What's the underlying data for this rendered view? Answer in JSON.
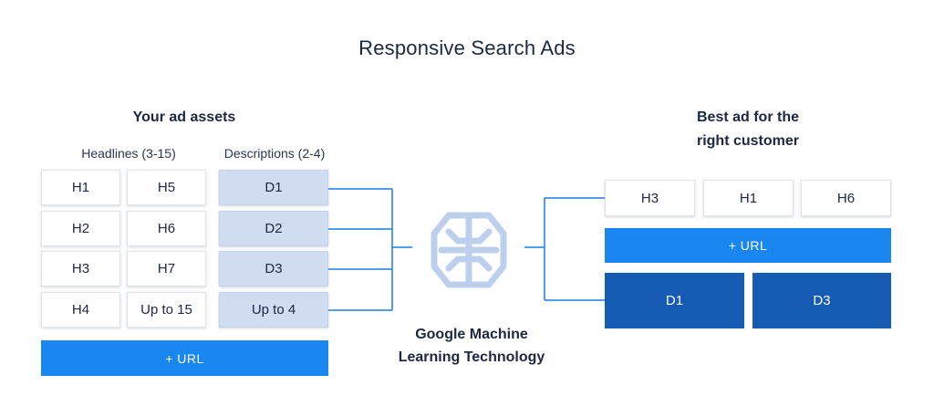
{
  "title": "Responsive Search Ads",
  "left": {
    "heading": "Your ad assets",
    "headlines_label": "Headlines (3-15)",
    "descriptions_label": "Descriptions (2-4)",
    "headlines_col1": [
      "H1",
      "H2",
      "H3",
      "H4"
    ],
    "headlines_col2": [
      "H5",
      "H6",
      "H7",
      "Up to 15"
    ],
    "descriptions": [
      "D1",
      "D2",
      "D3",
      "Up to 4"
    ],
    "url": "+ URL"
  },
  "center": {
    "label_line1": "Google Machine",
    "label_line2": "Learning Technology",
    "icon": "brain-icon"
  },
  "right": {
    "heading_line1": "Best ad for the",
    "heading_line2": "right customer",
    "headlines": [
      "H3",
      "H1",
      "H6"
    ],
    "url": "+ URL",
    "descriptions": [
      "D1",
      "D3"
    ]
  },
  "colors": {
    "url_blue": "#1a86f0",
    "desc_light_blue": "#cfdcf2",
    "desc_dark_blue": "#155bb4",
    "line_blue": "#1a7fe0",
    "brain_blue": "#bcd0ee"
  }
}
